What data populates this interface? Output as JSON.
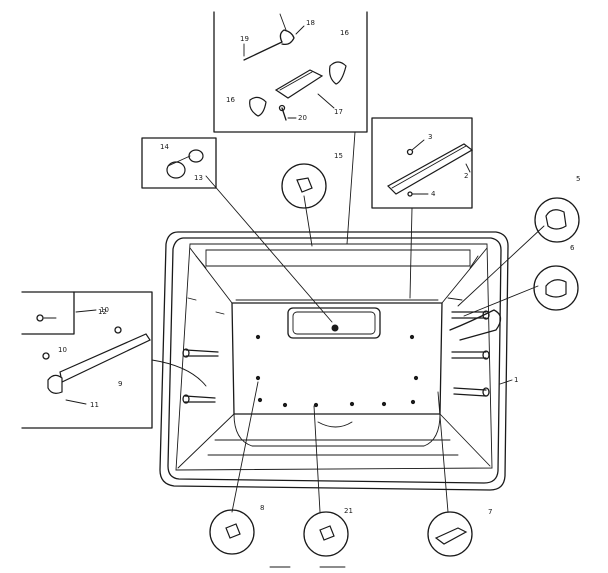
{
  "diagram": {
    "callouts": {
      "c1": "1",
      "c2": "2",
      "c3": "3",
      "c4": "4",
      "c5": "5",
      "c6": "6",
      "c7": "7",
      "c8": "8",
      "c9": "9",
      "c10a": "10",
      "c10b": "10",
      "c11": "11",
      "c12": "12",
      "c13": "13",
      "c14": "14",
      "c15": "15",
      "c16a": "16",
      "c16b": "16",
      "c17": "17",
      "c18": "18",
      "c19": "19",
      "c20": "20",
      "c21": "21"
    }
  }
}
